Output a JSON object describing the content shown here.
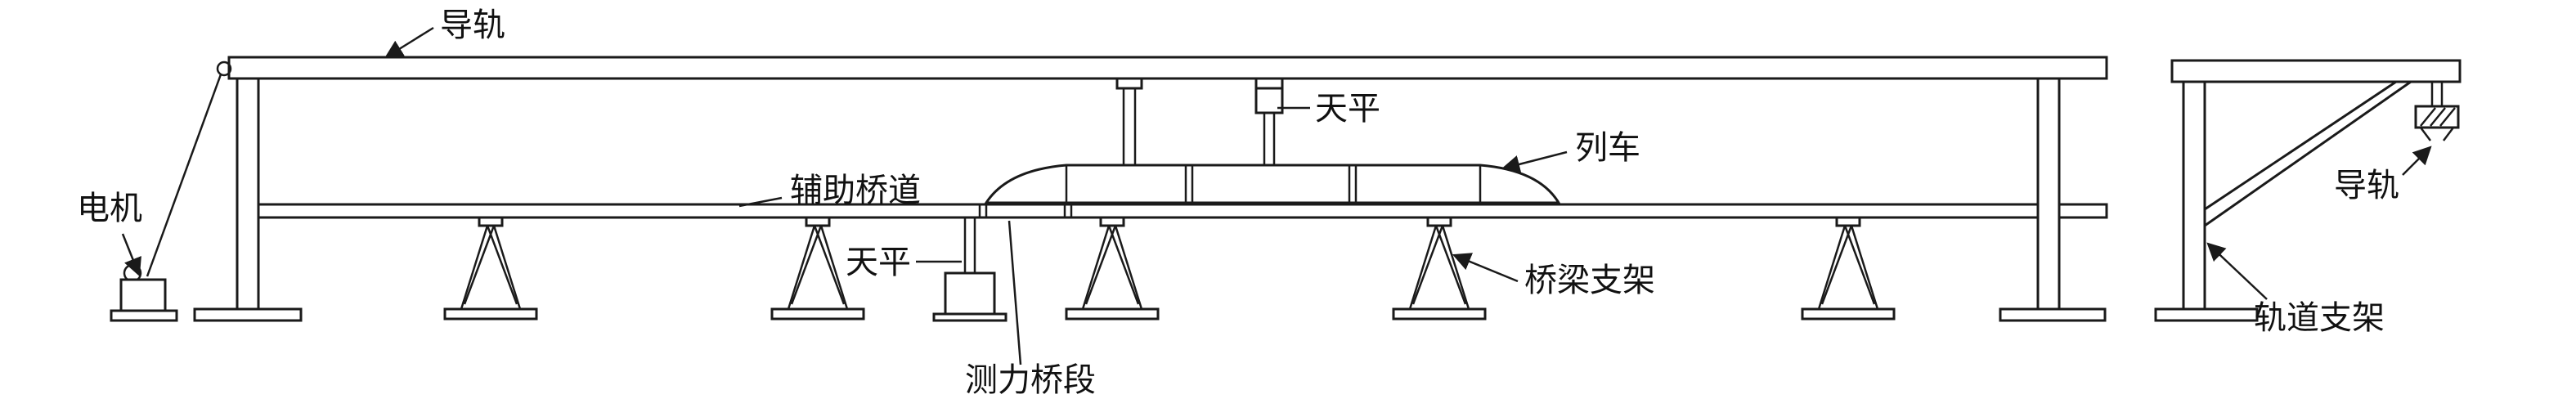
{
  "diagram": {
    "type": "technical-line-diagram",
    "description": "Experimental rig: suspended train model running over an instrumented bridge deck",
    "colors": {
      "line": "#1a1a1a",
      "background": "#ffffff"
    },
    "labels": {
      "guide_rail_top": "导轨",
      "motor": "电机",
      "auxiliary_bridge": "辅助桥道",
      "balance_top": "天平",
      "train": "列车",
      "balance_left": "天平",
      "force_bridge_section": "测力桥段",
      "bridge_support": "桥梁支架",
      "guide_rail_right": "导轨",
      "track_support": "轨道支架"
    }
  }
}
